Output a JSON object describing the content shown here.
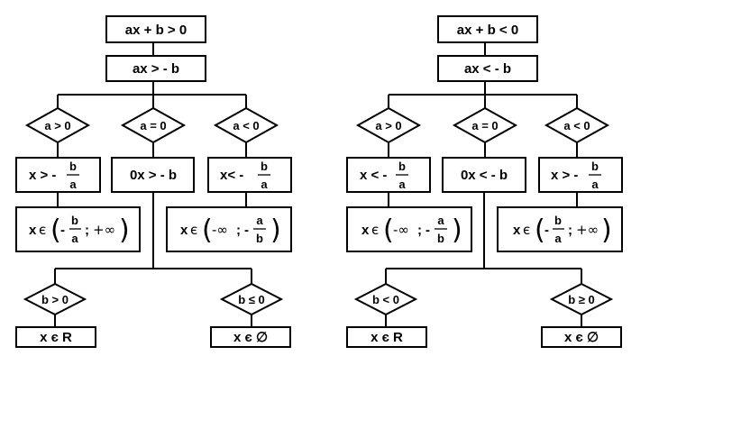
{
  "left": {
    "start": "ax + b > 0",
    "step": "ax > - b",
    "cond_pos": "a > 0",
    "cond_zero": "a = 0",
    "cond_neg": "a < 0",
    "res_pos": {
      "prefix": "x > -",
      "num": "b",
      "den": "a"
    },
    "res_zero": "0x > - b",
    "res_neg": {
      "prefix": "x< -",
      "num": "b",
      "den": "a"
    },
    "int_pos": {
      "x": "x",
      "in": "є",
      "minus": "-",
      "num": "b",
      "den": "a",
      "sep": ";",
      "inf": "+∞"
    },
    "int_neg": {
      "x": "x",
      "in": "є",
      "inf": "-∞",
      "sep": ";",
      "minus": "-",
      "num": "a",
      "den": "b"
    },
    "sub_cond_1": "b > 0",
    "sub_cond_2": "b ≤ 0",
    "sub_res_1": "x є R",
    "sub_res_2": "x є ∅"
  },
  "right": {
    "start": "ax + b < 0",
    "step": "ax < - b",
    "cond_pos": "a > 0",
    "cond_zero": "a = 0",
    "cond_neg": "a < 0",
    "res_pos": {
      "prefix": "x < -",
      "num": "b",
      "den": "a"
    },
    "res_zero": "0x < - b",
    "res_neg": {
      "prefix": "x > -",
      "num": "b",
      "den": "a"
    },
    "int_pos": {
      "x": "x",
      "in": "є",
      "inf": "-∞",
      "sep": ";",
      "minus": "-",
      "num": "a",
      "den": "b"
    },
    "int_neg": {
      "x": "x",
      "in": "є",
      "minus": "-",
      "num": "b",
      "den": "a",
      "sep": ";",
      "inf": "+∞"
    },
    "sub_cond_1": "b < 0",
    "sub_cond_2": "b ≥ 0",
    "sub_res_1": "x є R",
    "sub_res_2": "x є ∅"
  }
}
